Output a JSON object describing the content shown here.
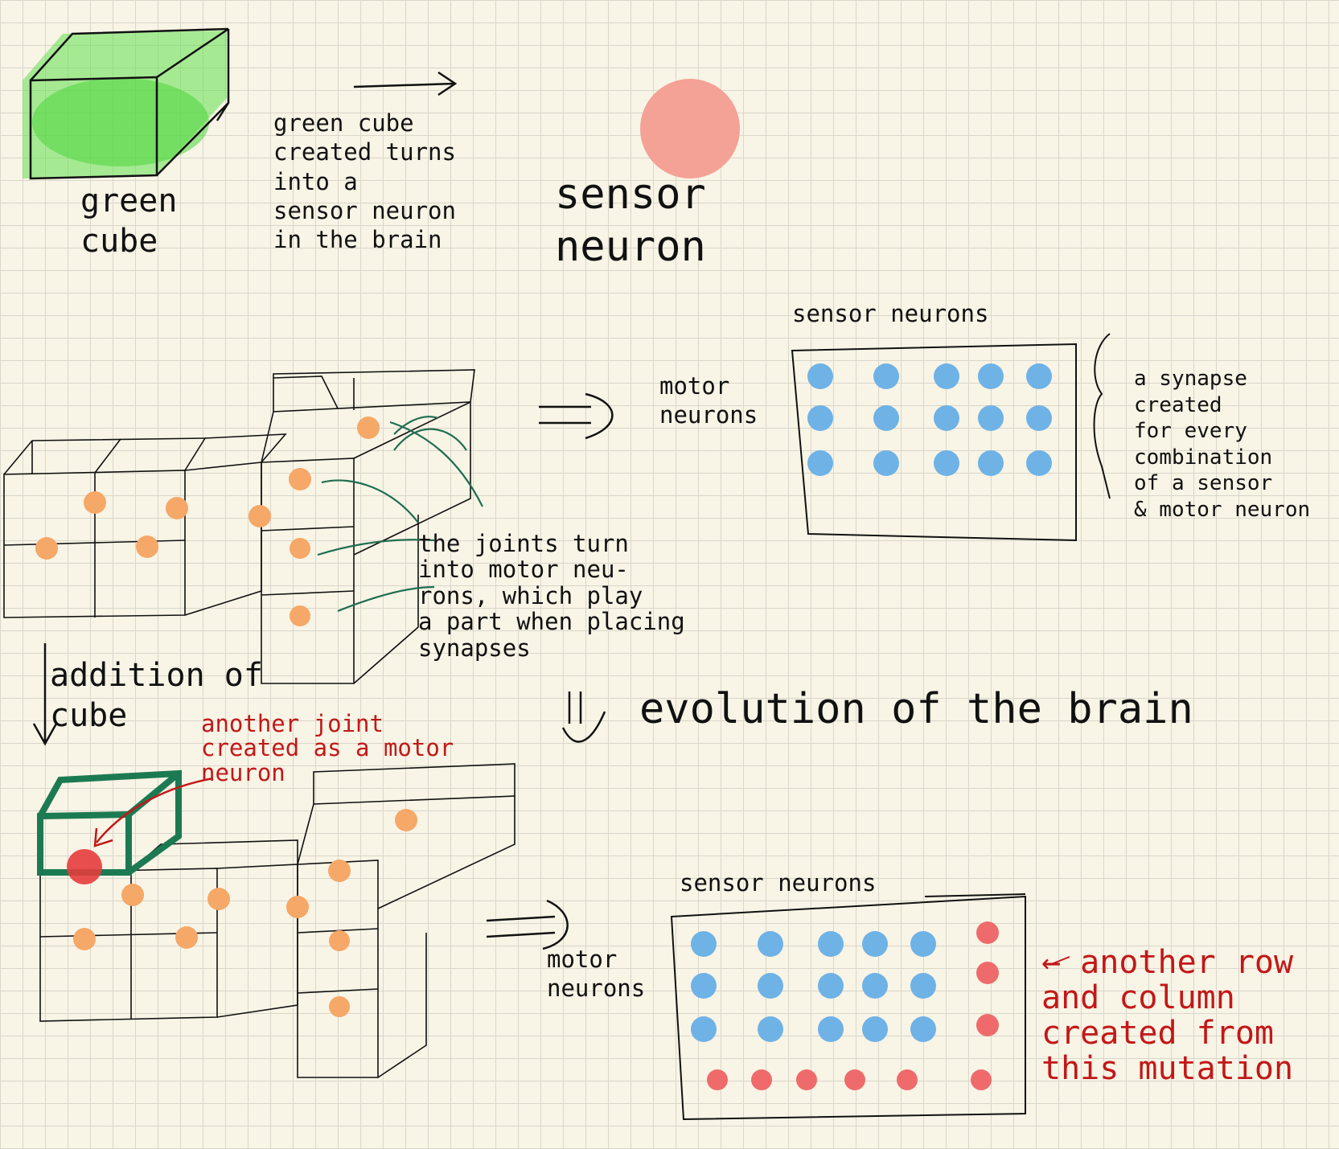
{
  "colors": {
    "paper": "#f8f4e6",
    "ink": "#111111",
    "green_cube": "#62e04e",
    "sensor_neuron": "#f4a196",
    "joint": "#f5a867",
    "motor_grid_dot": "#6fb2e6",
    "new_neuron": "#ef6b6b",
    "annotation_red": "#c21818",
    "synapse_wire": "#1f6e50"
  },
  "top": {
    "green_cube_label": "green\ncube",
    "arrow_caption": "green cube\ncreated turns\ninto a\nsensor neuron\nin the brain",
    "sensor_neuron_label": "sensor\nneuron"
  },
  "middle": {
    "sensor_header": "sensor neurons",
    "motor_label": "motor\nneurons",
    "synapse_note": "a synapse\ncreated\nfor every\ncombination\nof a sensor\n& motor neuron",
    "joints_note": "the joints turn\ninto motor neu-\nrons, which play\na part when placing\nsynapses",
    "addition_label": "addition of\ncube",
    "evolution_label": "evolution of the brain"
  },
  "bottom": {
    "another_joint_note": "another joint\ncreated as a motor\nneuron",
    "sensor_header": "sensor neurons",
    "motor_label": "motor\nneurons",
    "mutation_note": "← another row\nand column\ncreated from\nthis mutation"
  }
}
